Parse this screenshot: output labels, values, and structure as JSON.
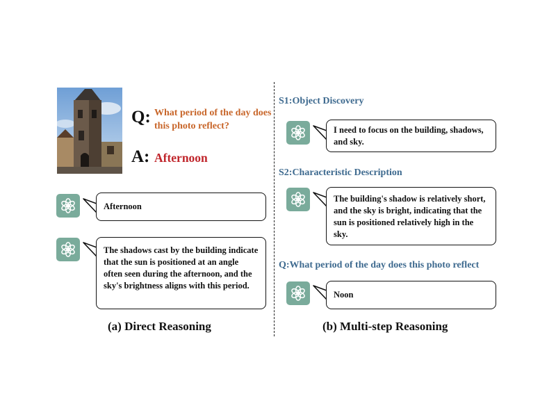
{
  "left_panel": {
    "question_prefix": "Q:",
    "question": "What period of the day does this photo reflect?",
    "answer_prefix": "A:",
    "answer": "Afternoon",
    "responses": [
      "Afternoon",
      "The shadows cast by the building indicate that the sun is positioned at an angle often seen during the afternoon, and the sky's brightness aligns with this period."
    ],
    "caption": "(a) Direct Reasoning"
  },
  "right_panel": {
    "steps": [
      {
        "label": "S1:Object Discovery",
        "response": "I need to focus on the building, shadows, and sky."
      },
      {
        "label": "S2:Characteristic Description",
        "response": "The building's shadow is relatively short, and the sky is bright, indicating that the sun is positioned relatively high in the sky."
      },
      {
        "label": "Q:What period of the day does this photo reflect",
        "response": "Noon"
      }
    ],
    "caption": "(b) Multi-step Reasoning"
  },
  "colors": {
    "question": "#c8662a",
    "answer": "#c0262c",
    "step_label": "#3e6a8f",
    "gpt_icon_bg": "#7aab9b"
  },
  "icons": [
    "chatgpt-logo-icon"
  ]
}
